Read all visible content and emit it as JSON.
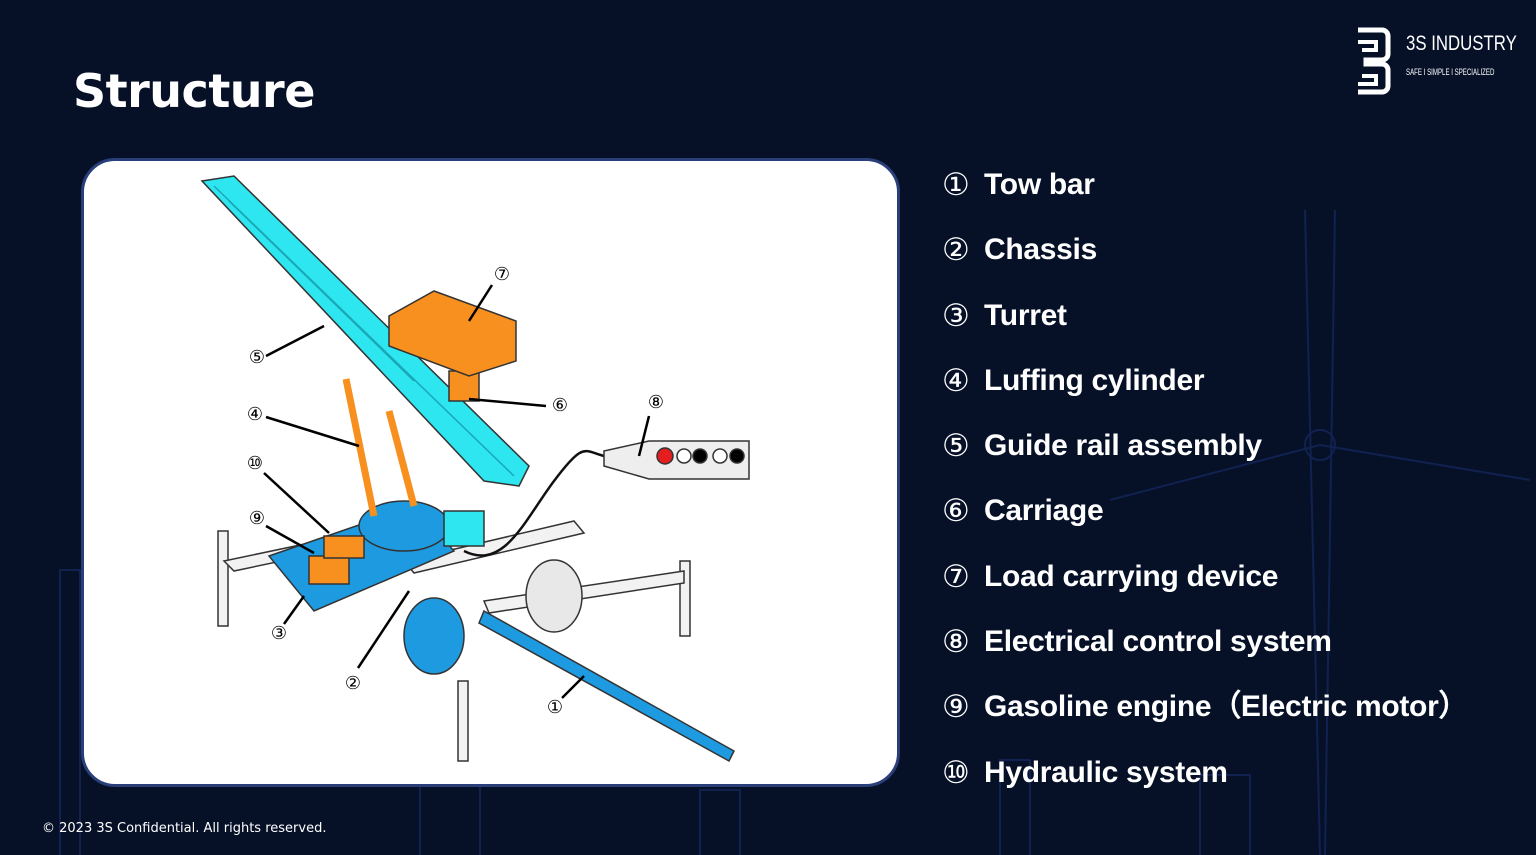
{
  "title": "Structure",
  "logo": {
    "name": "3S INDUSTRY",
    "tagline": "SAFE I SIMPLE I SPECIALIZED"
  },
  "diagram": {
    "callouts": [
      "①",
      "②",
      "③",
      "④",
      "⑤",
      "⑥",
      "⑦",
      "⑧",
      "⑨",
      "⑩"
    ],
    "colors": {
      "rail": "#2ee6f0",
      "chassis": "#1e9be0",
      "orange": "#f7901e"
    }
  },
  "components": [
    {
      "num": "①",
      "label": "Tow bar"
    },
    {
      "num": "②",
      "label": "Chassis"
    },
    {
      "num": "③",
      "label": "Turret"
    },
    {
      "num": "④",
      "label": "Luffing cylinder"
    },
    {
      "num": "⑤",
      "label": "Guide rail assembly"
    },
    {
      "num": "⑥",
      "label": "Carriage"
    },
    {
      "num": "⑦",
      "label": "Load carrying device"
    },
    {
      "num": "⑧",
      "label": "Electrical control system"
    },
    {
      "num": "⑨",
      "label": "Gasoline engine（Electric motor）"
    },
    {
      "num": "⑩",
      "label": "Hydraulic system"
    }
  ],
  "footer": "© 2023 3S Confidential. All rights reserved."
}
